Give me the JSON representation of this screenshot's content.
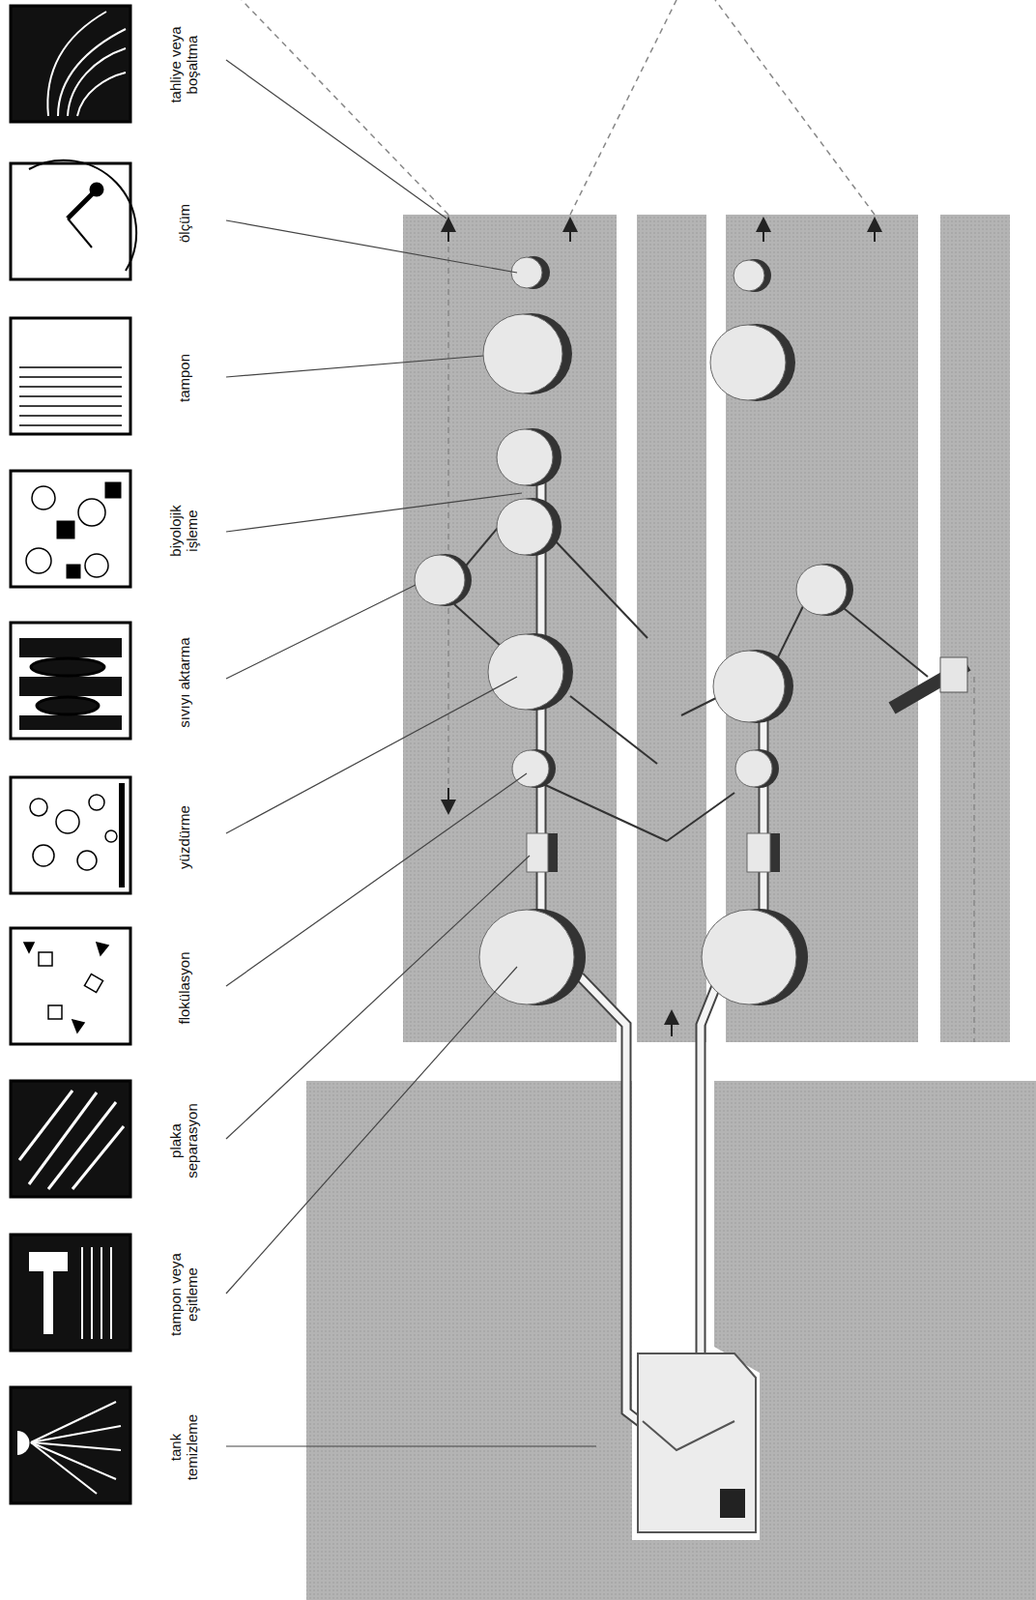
{
  "diagram": {
    "nodes": [
      {
        "text": [
          "tahliye veya boşaltma"
        ]
      },
      {
        "text": [
          "ölçüm"
        ]
      },
      {
        "text": [
          "tampon"
        ]
      },
      {
        "text": [
          "biyolojik işleme"
        ]
      },
      {
        "text": [
          "sıvıyı aktarma"
        ]
      },
      {
        "text": [
          "yüzdürme"
        ]
      },
      {
        "text": [
          "flokülasyon"
        ]
      },
      {
        "text": [
          "plaka separasyon"
        ]
      },
      {
        "text": [
          "tampon veya eşitleme"
        ]
      },
      {
        "text": [
          "tank temizleme"
        ]
      }
    ]
  }
}
